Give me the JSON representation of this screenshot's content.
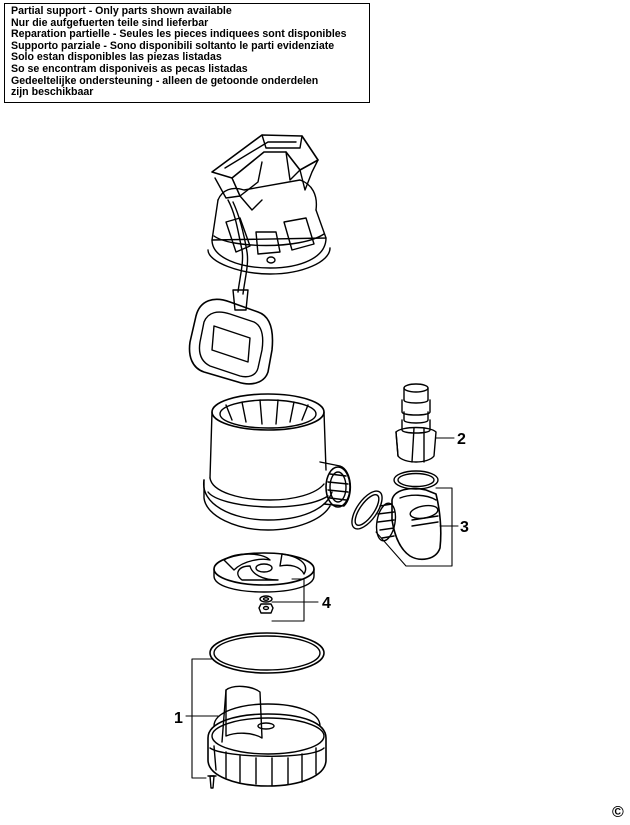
{
  "notice": {
    "lines": [
      "Partial support - Only parts shown available",
      "Nur die aufgefuerten teile sind lieferbar",
      "Reparation partielle - Seules les pieces indiquees sont disponibles",
      "Supporto parziale - Sono disponibili soltanto le parti evidenziate",
      "Solo estan disponibles las piezas listadas",
      "So se encontram disponiveis as pecas listadas",
      "Gedeeltelijke ondersteuning - alleen de getoonde onderdelen",
      "zijn beschikbaar"
    ]
  },
  "callouts": {
    "part1": "1",
    "part2": "2",
    "part3": "3",
    "part4": "4"
  },
  "copyright": "©"
}
